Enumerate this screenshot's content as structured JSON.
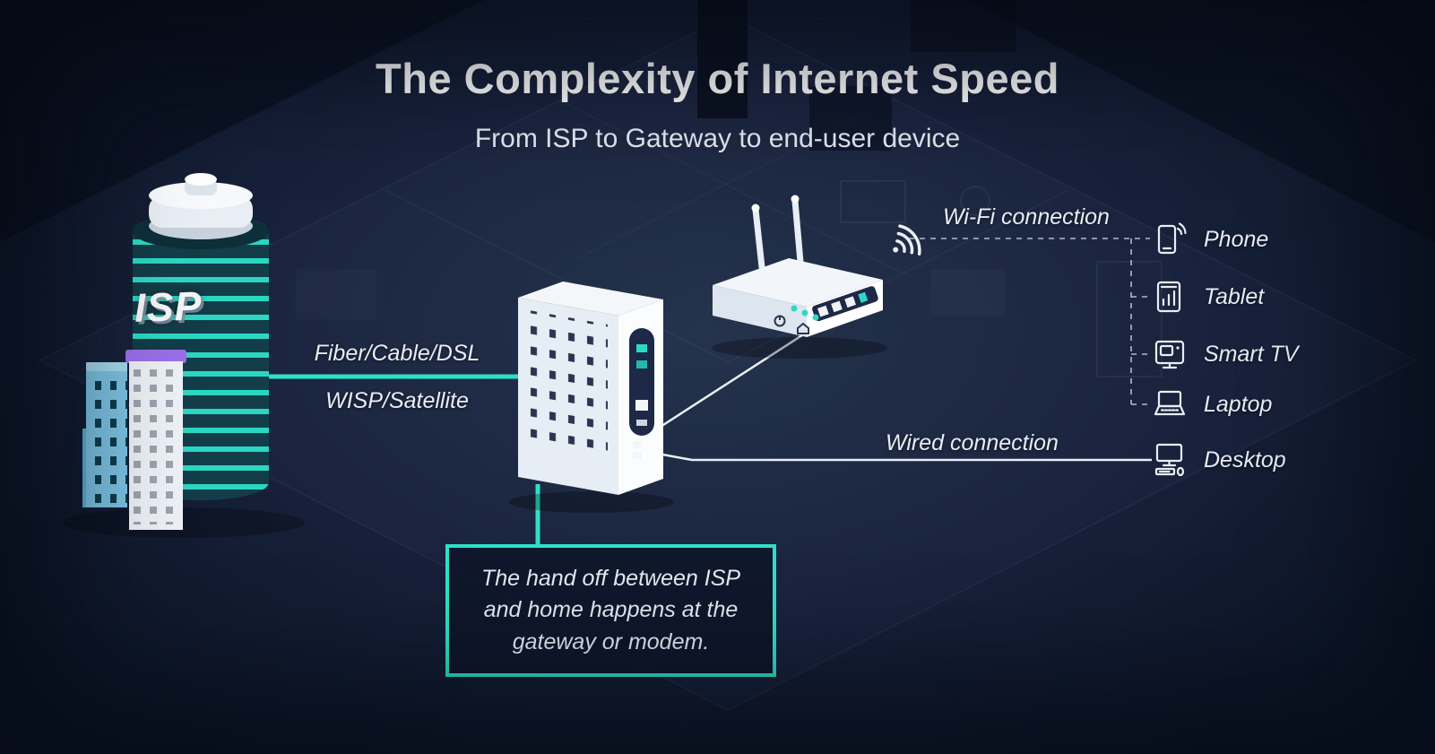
{
  "header": {
    "title": "The Complexity of Internet Speed",
    "subtitle": "From ISP to Gateway to end-user device"
  },
  "isp": {
    "building_label": "ISP"
  },
  "links": {
    "isp_to_gateway_line1": "Fiber/Cable/DSL",
    "isp_to_gateway_line2": "WISP/Satellite",
    "wifi_label": "Wi-Fi connection",
    "wired_label": "Wired connection"
  },
  "callout": {
    "text": "The hand off between ISP and home happens at the gateway or modem."
  },
  "devices": [
    {
      "label": "Phone",
      "icon": "phone-icon"
    },
    {
      "label": "Tablet",
      "icon": "tablet-icon"
    },
    {
      "label": "Smart TV",
      "icon": "smart-tv-icon"
    },
    {
      "label": "Laptop",
      "icon": "laptop-icon"
    },
    {
      "label": "Desktop",
      "icon": "desktop-icon"
    }
  ],
  "colors": {
    "accent_teal": "#2ee0c8",
    "background_navy": "#101a2e",
    "callout_border": "#2ee0c8",
    "text_primary": "#ffffff",
    "text_secondary": "#dfe6ee"
  }
}
